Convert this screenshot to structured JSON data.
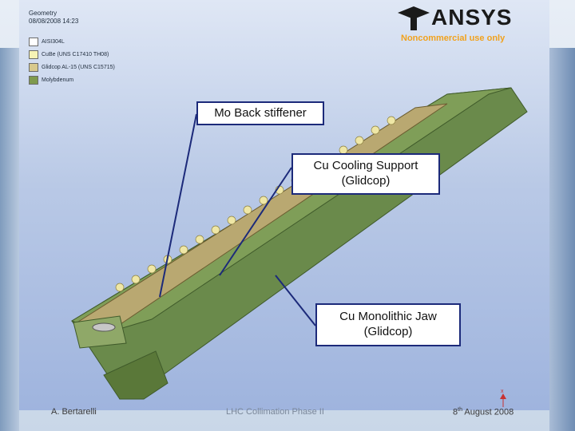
{
  "geometry": {
    "title": "Geometry",
    "timestamp": "08/08/2008 14:23"
  },
  "legend": [
    {
      "label": "AISI304L",
      "color": "#ffffff"
    },
    {
      "label": "CuBe (UNS C17410 TH08)",
      "color": "#f6f3b5"
    },
    {
      "label": "Glidcop AL-15 (UNS C15715)",
      "color": "#d8c98c"
    },
    {
      "label": "Molybdenum",
      "color": "#7f9a4d"
    }
  ],
  "logo": {
    "name": "ANSYS",
    "subtitle": "Noncommercial use only",
    "brand_color": "#f1a21d"
  },
  "callouts": {
    "mo_back": "Mo Back stiffener",
    "cu_support_1": "Cu Cooling Support",
    "cu_support_2": "(Glidcop)",
    "cu_jaw_1": "Cu Monolithic Jaw",
    "cu_jaw_2": "(Glidcop)"
  },
  "axis": {
    "x_label": "x"
  },
  "footer": {
    "author": "A. Bertarelli",
    "event": "LHC Collimation Phase II",
    "date_day": "8",
    "date_suffix": "th",
    "date_rest": " August 2008"
  },
  "colors": {
    "jaw_green": "#5f7f3f",
    "callout_border": "#1c2a7a",
    "accent_red": "#c83232"
  }
}
